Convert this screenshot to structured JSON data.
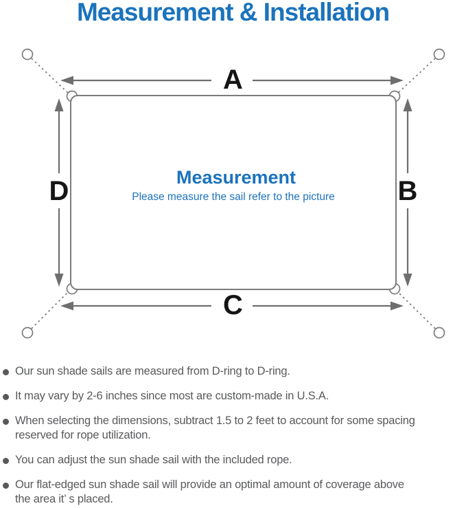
{
  "title": "Measurement & Installation",
  "colors": {
    "accent_blue": "#1b73bc",
    "line_gray": "#7b7b7b",
    "arrow_gray": "#6e6e6e",
    "label_black": "#151515",
    "note_gray": "#58595b",
    "background": "#ffffff"
  },
  "icons": {
    "anchor_point": "open-circle",
    "d_ring": "half-ring-bump",
    "bullet": "filled-circle",
    "rope": "dotted-line",
    "measure_arrow": "double-headed-arrow"
  },
  "diagram": {
    "side_labels": {
      "top": "A",
      "right": "B",
      "bottom": "C",
      "left": "D"
    },
    "heading": "Measurement",
    "subheading": "Please measure the sail refer to the picture"
  },
  "notes": [
    {
      "text": "Our sun shade sails are measured from D-ring to D-ring."
    },
    {
      "text": "It may vary by 2-6 inches since most are custom-made in U.S.A."
    },
    {
      "text": "When selecting the dimensions, subtract 1.5 to 2 feet to account for some spacing\nreserved for rope utilization."
    },
    {
      "text": "You can adjust the sun shade sail with the included rope."
    },
    {
      "text": "Our flat-edged sun shade sail will provide an optimal amount of coverage above\nthe area it’ s placed."
    }
  ]
}
